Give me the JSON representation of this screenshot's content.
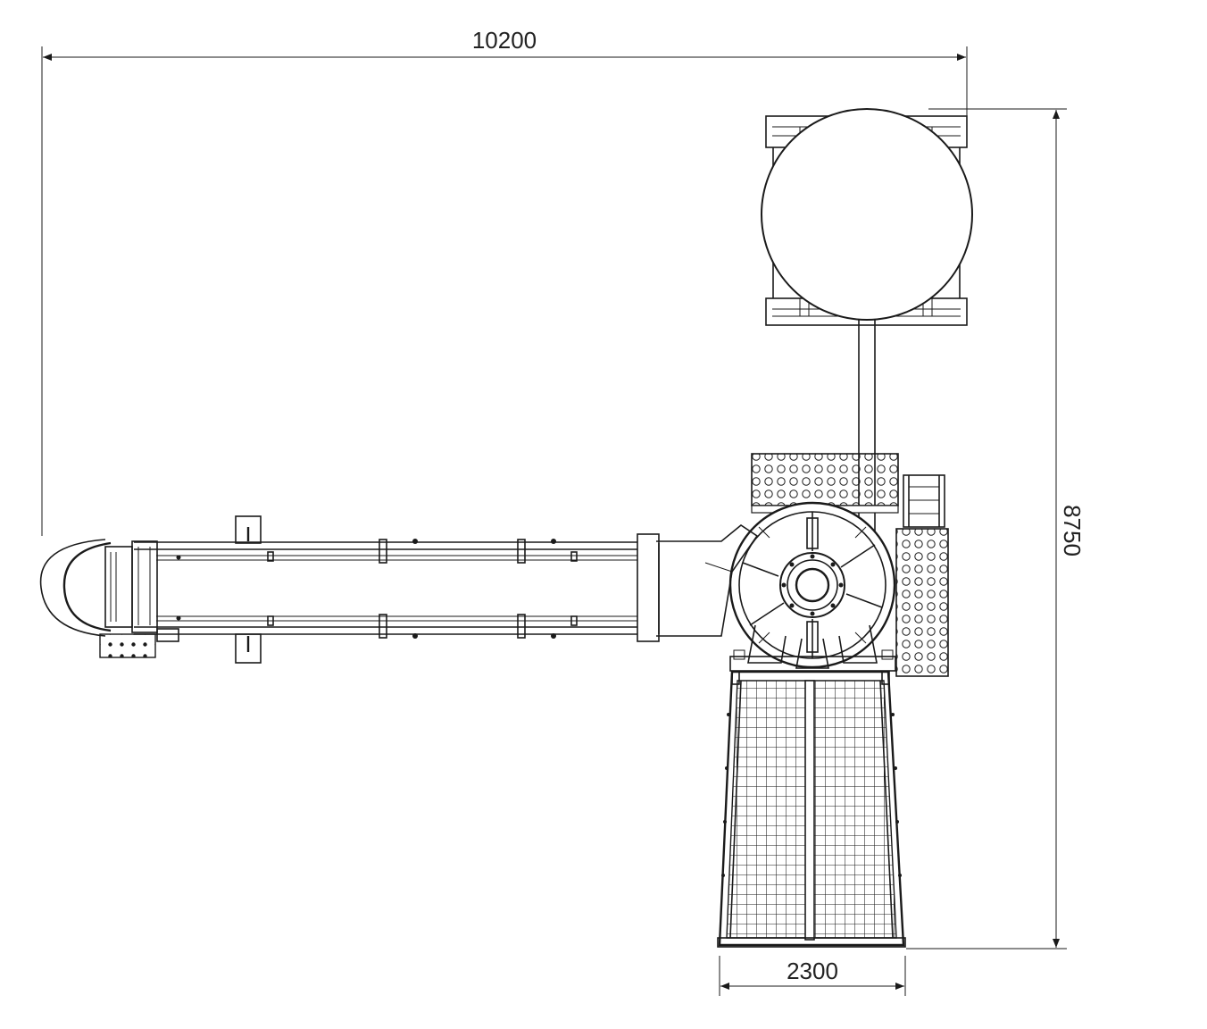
{
  "dimensions": {
    "overall_width": "10200",
    "overall_height": "8750",
    "hopper_width": "2300"
  },
  "colors": {
    "line": "#1a1a1a",
    "background": "#ffffff",
    "text": "#222222"
  }
}
